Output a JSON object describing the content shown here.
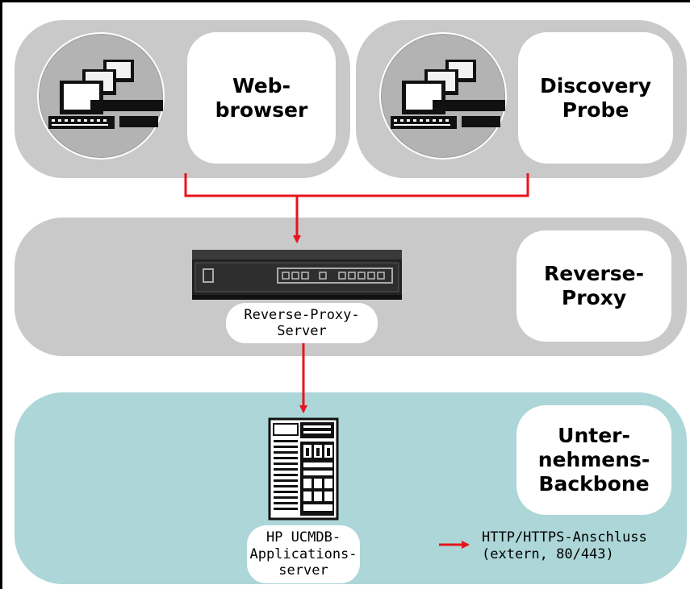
{
  "zones": {
    "webbrowser": {
      "label": "Web-\nbrowser"
    },
    "probe": {
      "label": "Discovery\nProbe"
    },
    "proxy": {
      "label": "Reverse-\nProxy"
    },
    "backbone": {
      "label": "Unter-\nnehmens-\nBackbone"
    }
  },
  "nodes": {
    "proxy_server": {
      "caption": "Reverse-Proxy-\nServer"
    },
    "app_server": {
      "caption": "HP UCMDB-\nApplications-\nserver"
    }
  },
  "legend": {
    "connection": {
      "label": "HTTP/HTTPS-Anschluss\n(extern, 80/443)"
    }
  },
  "colors": {
    "zone_gray": "#c9c9c9",
    "zone_teal": "#acd6d8",
    "connector": "#e8141c",
    "frame": "#000000"
  },
  "icons": {
    "workstations": "computer-workstations-icon",
    "proxy_server": "rack-proxy-server-icon",
    "app_server": "tower-server-icon"
  }
}
